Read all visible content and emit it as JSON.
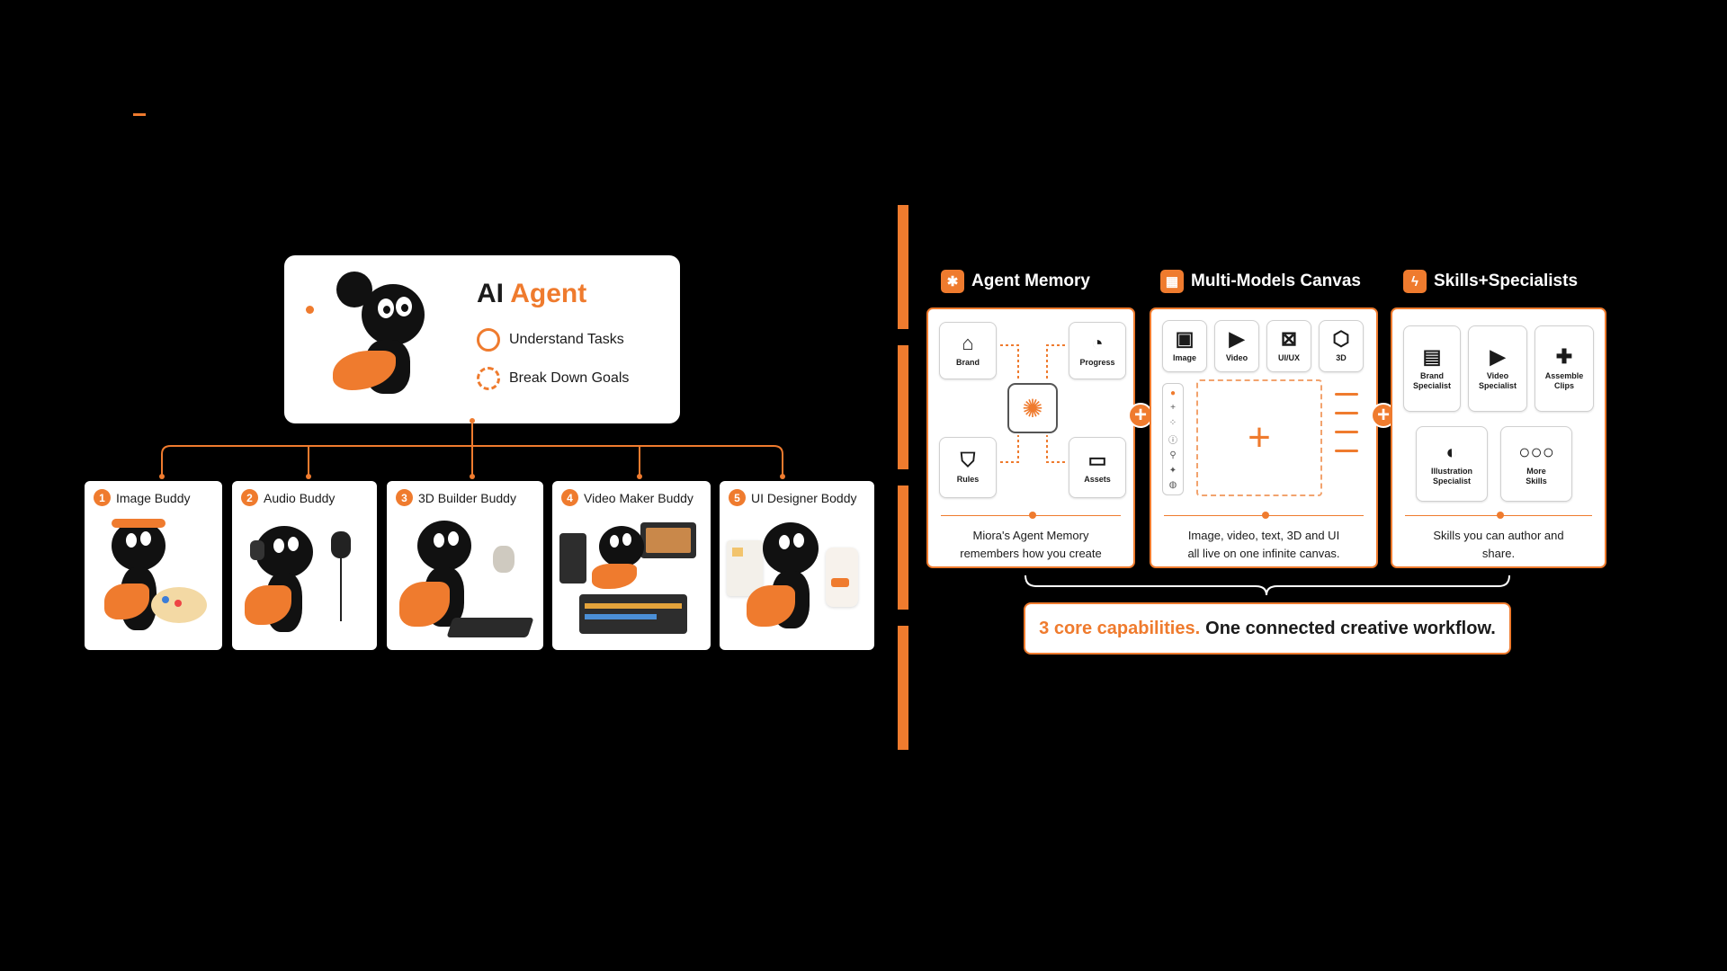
{
  "colors": {
    "accent": "#ef7b2e",
    "background": "#000000",
    "card": "#ffffff"
  },
  "agent": {
    "title_prefix": "AI",
    "title_accent": "Agent",
    "features": [
      {
        "label": "Understand Tasks",
        "icon": "compass-check-icon"
      },
      {
        "label": "Break Down Goals",
        "icon": "gear-icon"
      }
    ]
  },
  "buddies": [
    {
      "number": "1",
      "label": "Image Buddy"
    },
    {
      "number": "2",
      "label": "Audio Buddy"
    },
    {
      "number": "3",
      "label": "3D Builder Buddy"
    },
    {
      "number": "4",
      "label": "Video Maker Buddy"
    },
    {
      "number": "5",
      "label": "UI Designer Boddy"
    }
  ],
  "sections": [
    {
      "title": "Agent Memory",
      "icon": "brain-icon"
    },
    {
      "title": "Multi-Models Canvas",
      "icon": "grid-icon"
    },
    {
      "title": "Skills+Specialists",
      "icon": "lightning-icon"
    }
  ],
  "memory": {
    "tiles": [
      "Brand",
      "Progress",
      "Rules",
      "Assets"
    ],
    "caption_line1": "Miora's Agent Memory",
    "caption_line2": "remembers how you create"
  },
  "canvas": {
    "tiles": [
      "Image",
      "Video",
      "UI/UX",
      "3D"
    ],
    "caption_line1": "Image, video, text, 3D and UI",
    "caption_line2": "all live on one infinite canvas."
  },
  "skills": {
    "tiles": [
      {
        "line1": "Brand",
        "line2": "Specialist"
      },
      {
        "line1": "Video",
        "line2": "Specialist"
      },
      {
        "line1": "Assemble",
        "line2": "Clips"
      },
      {
        "line1": "Illustration",
        "line2": "Specialist"
      },
      {
        "line1": "More",
        "line2": "Skills"
      }
    ],
    "caption_line1": "Skills you can author and",
    "caption_line2": "share."
  },
  "summary": {
    "accent": "3 core capabilities.",
    "rest": "One connected creative workflow."
  }
}
